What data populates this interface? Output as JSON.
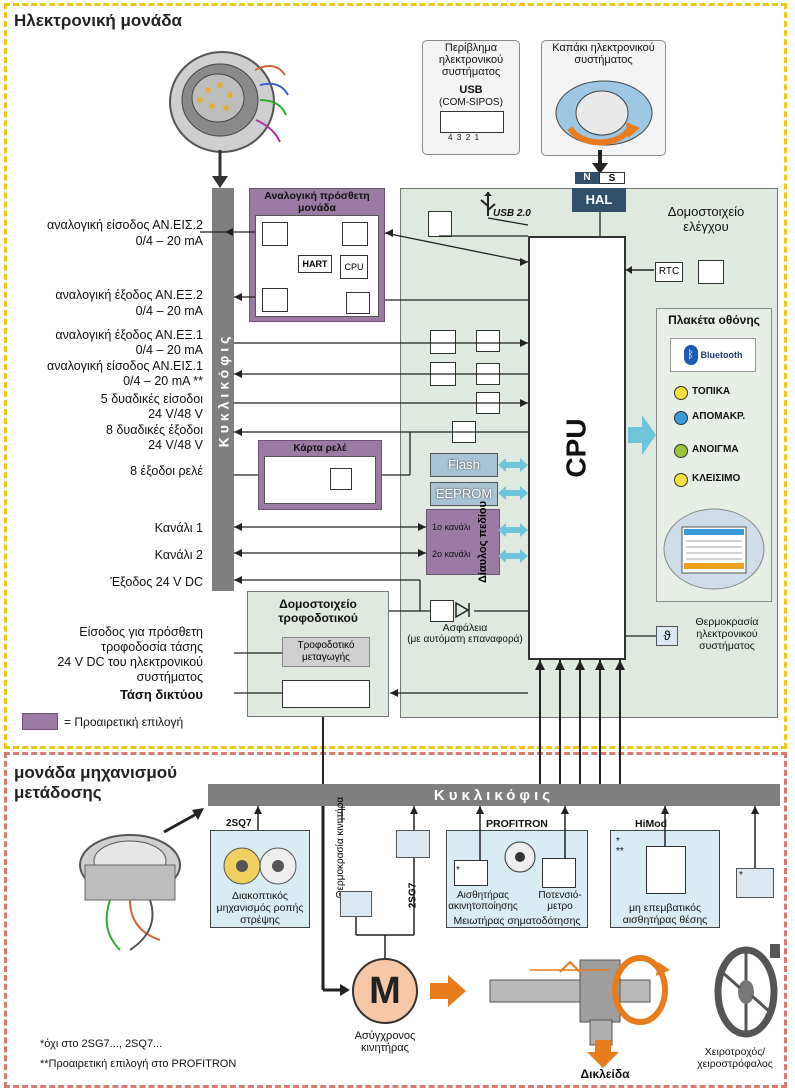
{
  "top_title": "Ηλεκτρονική μονάδα",
  "bottom_title_line1": "μονάδα μηχανισμού",
  "bottom_title_line2": "μετάδοσης",
  "bus_label": "Κυκλικόφις",
  "left_labels": [
    "αναλογική είσοδος ΑΝ.ΕΙΣ.2",
    "0/4 – 20 mA",
    "αναλογική έξοδος ΑΝ.ΕΞ.2",
    "0/4 – 20 mA",
    "αναλογική έξοδος ΑΝ.ΕΞ.1",
    "0/4 – 20 mA",
    "αναλογική είσοδος ΑΝ.ΕΙΣ.1",
    "0/4 – 20 mA **",
    "5 δυαδικές είσοδοι",
    "24 V/48 V",
    "8 δυαδικές έξοδοι",
    "24 V/48 V",
    "8 έξοδοι ρελέ",
    "Κανάλι  1",
    "Κανάλι  2",
    "Έξοδος 24 V DC",
    "Είσοδος για πρόσθετη",
    "τροφοδοσία τάσης",
    "24 V DC του ηλεκτρονικού",
    "συστήματος",
    "Τάση δικτύου"
  ],
  "optional_legend": "= Προαιρετική επιλογή",
  "analog_module_title": "Αναλογική πρόσθετη μονάδα",
  "hart_label": "HART",
  "cpu_small_label": "CPU",
  "relay_card_title": "Κάρτα ρελέ",
  "usb_housing_title": "Περίβλημα ηλεκτρονικού συστήματος",
  "usb_label": "USB",
  "usb_sub": "(COM-SIPOS)",
  "usb_pins": "4  3  2  1",
  "cover_title": "Καπάκι ηλεκτρονικού συστήματος",
  "ns_n": "N",
  "ns_s": "S",
  "hal_label": "HAL",
  "usb20_label": "USB 2.0",
  "control_module_title": "Δομοστοιχείο ελέγχου",
  "rtc_label": "RTC",
  "cpu_label": "CPU",
  "flash_label": "Flash",
  "eeprom_label": "EEPROM",
  "channel1_label": "1ο κανάλι",
  "channel2_label": "2ο κανάλι",
  "fieldbus_label": "Δίαυλος πεδίου",
  "display_board_title": "Πλακέτα οθόνης",
  "bluetooth_label": "Bluetooth",
  "indicators": [
    "ΤΟΠΙΚΑ",
    "ΑΠΟΜΑΚΡ.",
    "ΑΝΟΙΓΜΑ",
    "ΚΛΕΙΣΙΜΟ"
  ],
  "indicator_colors": [
    "#f6e03a",
    "#3b9ad9",
    "#9bc53d",
    "#f6e03a"
  ],
  "fuse_label": "Ασφάλεια",
  "fuse_sub": "(με αυτόματη επαναφορά)",
  "temp_label": "Θερμοκρασία ηλεκτρονικού συστήματος",
  "power_module_title": "Δομοστοιχείο τροφοδοτικού",
  "switching_psu": "Τροφοδοτικό μεταγωγής",
  "sq7_label": "2SQ7",
  "sq7_desc": "Διακοπτικός μηχανισμός ροπής στρέψης",
  "motor_temp_label": "Θερμοκρασία κινητήρα",
  "sg7_label": "2SG7",
  "profitron_label": "PROFITRON",
  "stop_sensor_label": "Αισθητήρας ακινητοποίησης",
  "potentiometer_label": "Ποτενσιό- μετρο",
  "signal_reducer_label": "Μειωτήρας σηματοδότησης",
  "himod_label": "HiMod",
  "position_sensor_label": "μη επεμβατικός αισθητήρας θέσης",
  "motor_letter": "M",
  "motor_label": "Ασύγχρονος κινητήρας",
  "lock_label": "Δικλείδα",
  "handwheel_label": "Χειροτροχός/ χειροστρόφαλος",
  "footnote1": "*όχι στο 2SG7..., 2SQ7...",
  "footnote2": "**Προαιρετική επιλογή στο PROFITRON",
  "star": "*",
  "star2": "**"
}
